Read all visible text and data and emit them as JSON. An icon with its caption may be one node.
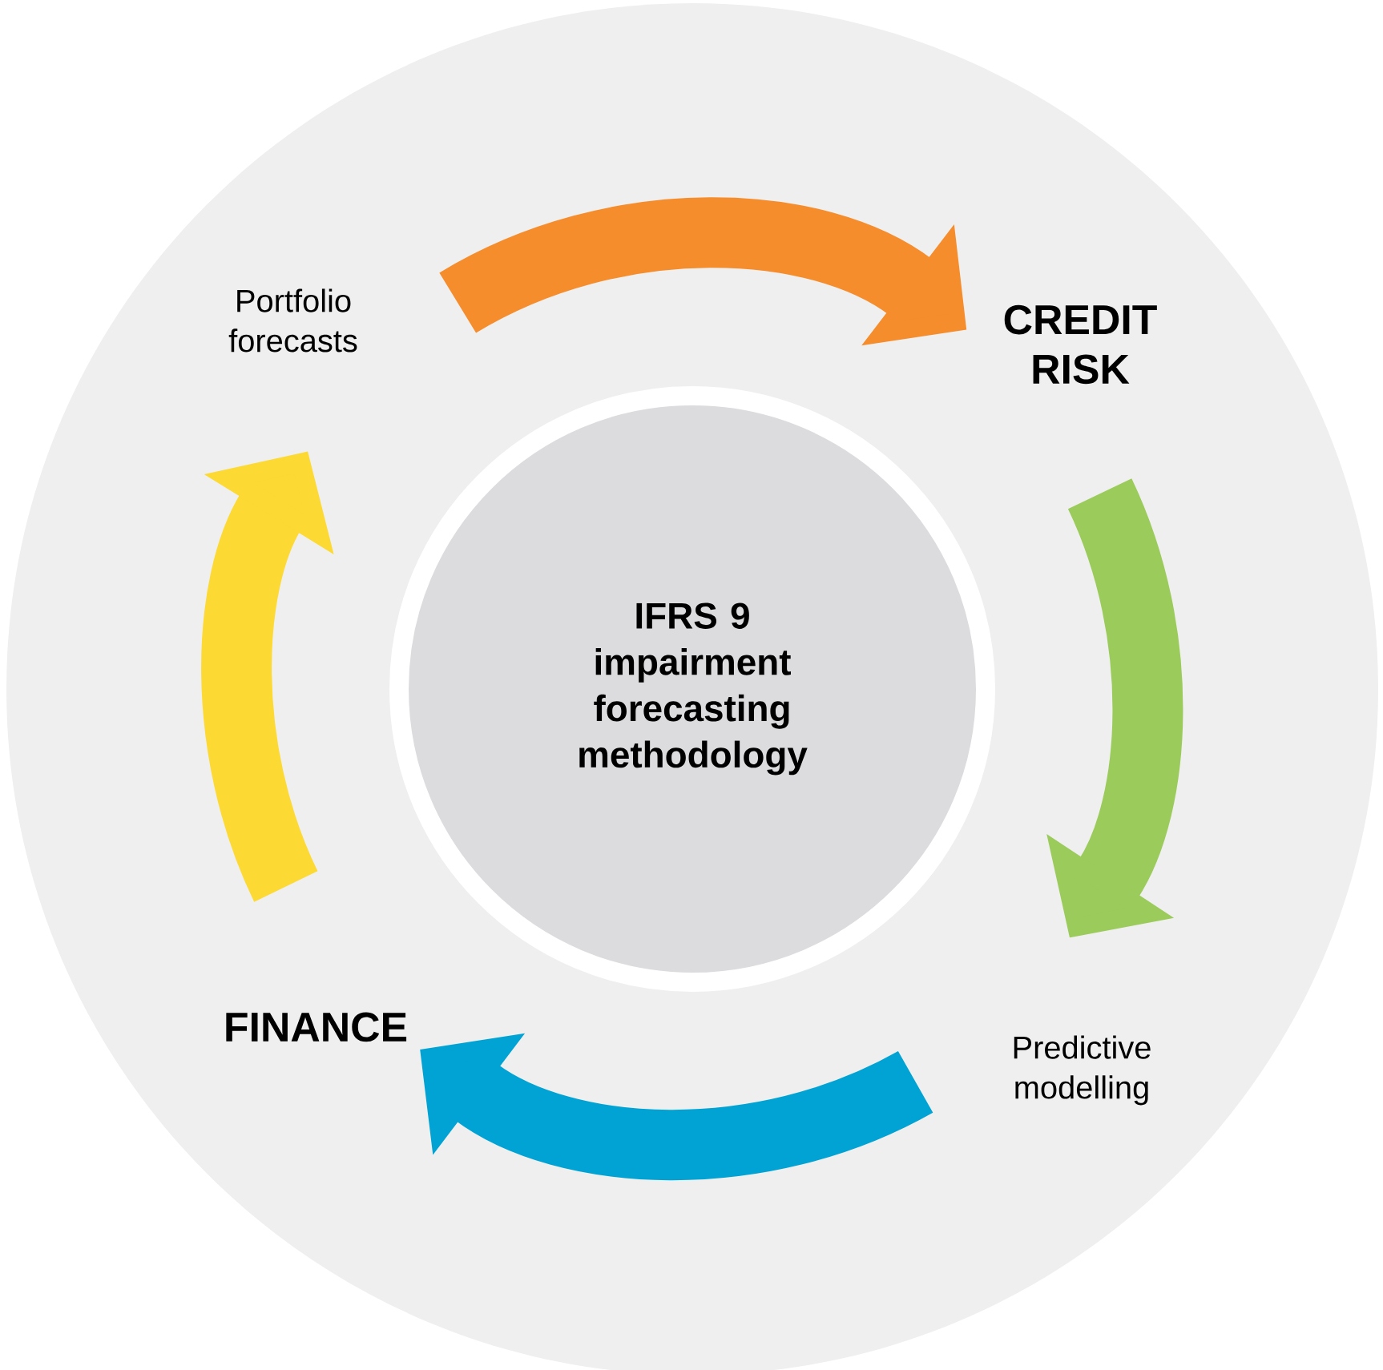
{
  "diagram": {
    "nodes": [
      {
        "text": [
          "Portfolio forecasts"
        ]
      },
      {
        "text": [
          "CREDIT RISK"
        ]
      },
      {
        "text": [
          "IFRS 9 impairment forecasting methodology"
        ]
      },
      {
        "text": [
          "FINANCE"
        ]
      },
      {
        "text": [
          "Predictive modelling"
        ]
      }
    ],
    "edges": [
      {
        "from": 0,
        "to": 1,
        "arrow": "to",
        "color": "#f58d2d"
      },
      {
        "from": 1,
        "to": 4,
        "arrow": "to",
        "color": "#9bcb5a"
      },
      {
        "from": 4,
        "to": 3,
        "arrow": "to",
        "color": "#00a3d3"
      },
      {
        "from": 3,
        "to": 0,
        "arrow": "to",
        "color": "#fcd933"
      }
    ]
  }
}
